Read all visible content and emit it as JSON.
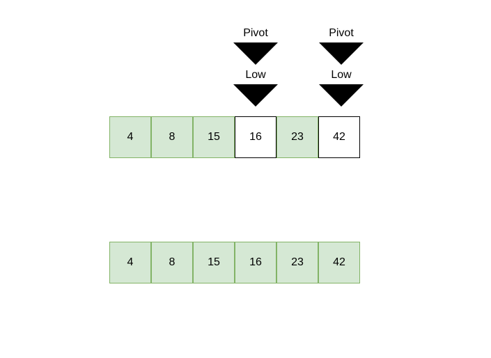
{
  "markers": {
    "pivot_label": "Pivot",
    "low_label": "Low"
  },
  "row1": {
    "cells": [
      {
        "value": "4",
        "highlight": "green"
      },
      {
        "value": "8",
        "highlight": "green"
      },
      {
        "value": "15",
        "highlight": "green"
      },
      {
        "value": "16",
        "highlight": "white"
      },
      {
        "value": "23",
        "highlight": "green"
      },
      {
        "value": "42",
        "highlight": "white"
      }
    ]
  },
  "row2": {
    "cells": [
      {
        "value": "4",
        "highlight": "green"
      },
      {
        "value": "8",
        "highlight": "green"
      },
      {
        "value": "15",
        "highlight": "green"
      },
      {
        "value": "16",
        "highlight": "green"
      },
      {
        "value": "23",
        "highlight": "green"
      },
      {
        "value": "42",
        "highlight": "green"
      }
    ]
  },
  "colors": {
    "cell_fill": "#d5e8d4",
    "cell_border": "#82b366",
    "marker": "#000000"
  }
}
